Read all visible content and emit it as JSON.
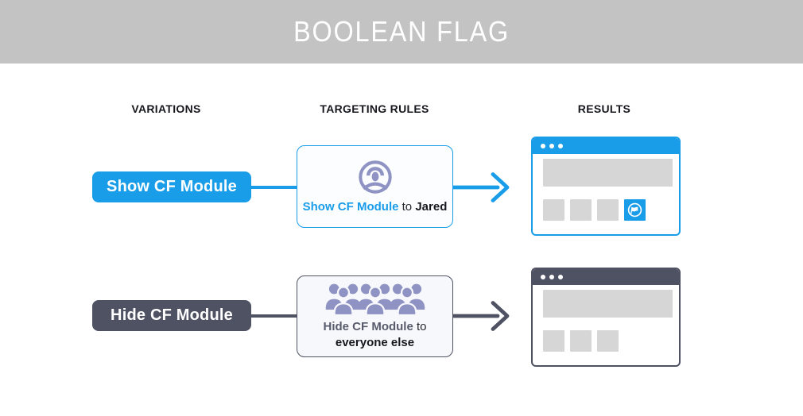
{
  "header": {
    "title": "BOOLEAN FLAG"
  },
  "columns": {
    "variations": "VARIATIONS",
    "targeting_rules": "TARGETING RULES",
    "results": "RESULTS"
  },
  "rows": [
    {
      "variation_label": "Show CF Module",
      "rule": {
        "icon": "user-circle-icon",
        "flag_text": "Show CF Module",
        "connector_text": "to",
        "audience_text": "Jared"
      },
      "result": {
        "window_type": "browser-mockup",
        "module_visible": true,
        "module_icon": "flag-circle-icon"
      }
    },
    {
      "variation_label": "Hide CF Module",
      "rule": {
        "icon": "crowd-icon",
        "flag_text": "Hide CF Module",
        "connector_text": "to",
        "audience_text": "everyone else"
      },
      "result": {
        "window_type": "browser-mockup",
        "module_visible": false
      }
    }
  ],
  "colors": {
    "header_banner_gray": "#c3c3c3",
    "accent_blue": "#1a9de8",
    "dark_slate": "#4f5262",
    "icon_periwinkle": "#8f93c4",
    "placeholder_gray": "#d6d6d6",
    "text_dark": "#16171f"
  }
}
